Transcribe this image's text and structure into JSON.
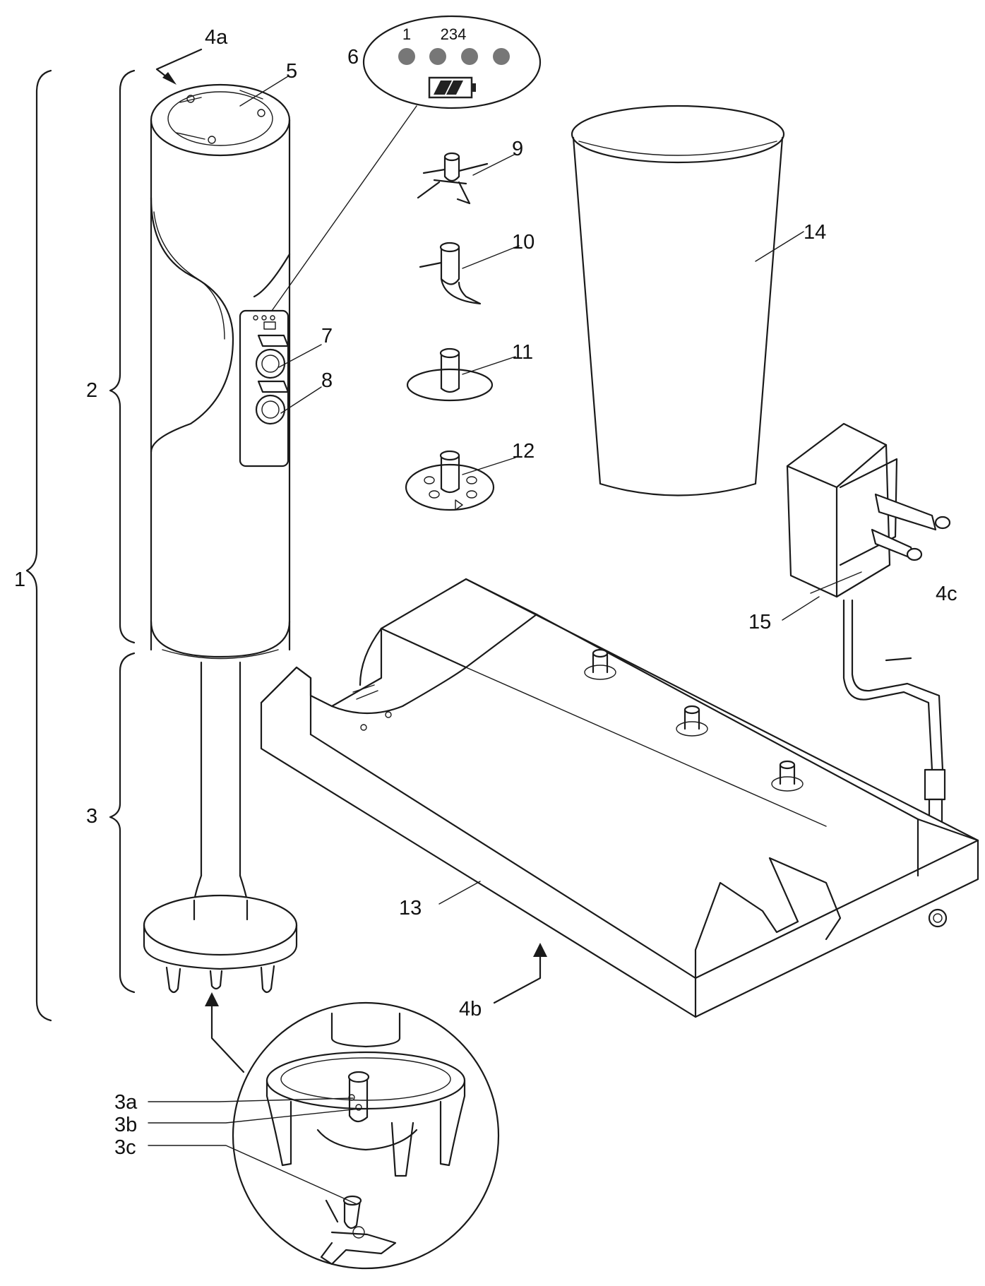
{
  "labels": {
    "l1": "1",
    "l2": "2",
    "l3": "3",
    "l3a": "3a",
    "l3b": "3b",
    "l3c": "3c",
    "l4a": "4a",
    "l4b": "4b",
    "l4c": "4c",
    "l5": "5",
    "l6": "6",
    "l7": "7",
    "l8": "8",
    "l9": "9",
    "l10": "10",
    "l11": "11",
    "l12": "12",
    "l13": "13",
    "l14": "14",
    "l15": "15"
  },
  "indicator": {
    "speed1": "1",
    "speed234": "234"
  },
  "colors": {
    "line": "#1a1a1a",
    "led": "#777777",
    "battery": "#222222"
  }
}
